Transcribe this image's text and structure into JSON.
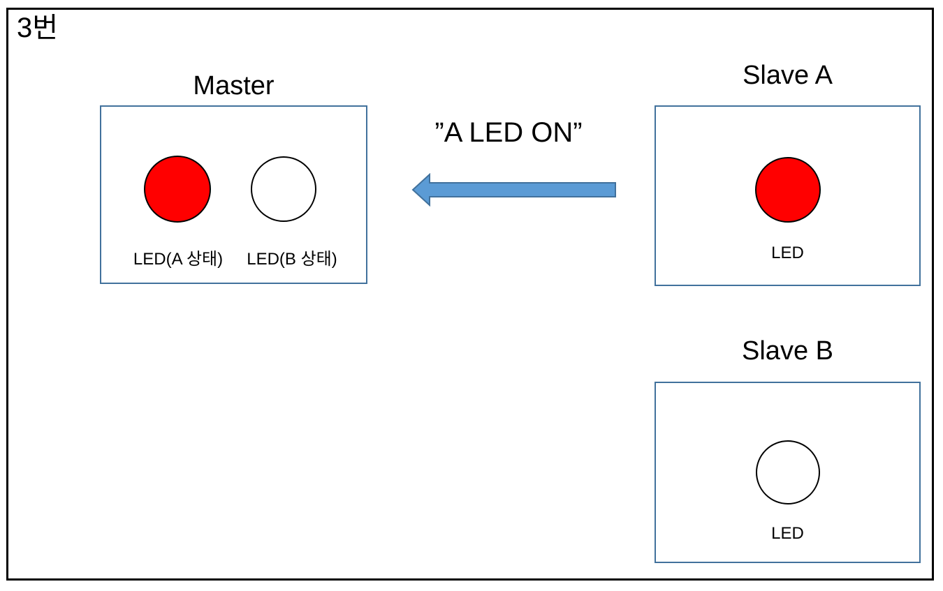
{
  "diagram": {
    "number_label": "3번",
    "message": "”A LED ON”",
    "master": {
      "title": "Master",
      "leds": [
        {
          "state": "on",
          "label": "LED(A 상태)"
        },
        {
          "state": "off",
          "label": "LED(B 상태)"
        }
      ]
    },
    "slave_a": {
      "title": "Slave A",
      "led": {
        "state": "on",
        "label": "LED"
      }
    },
    "slave_b": {
      "title": "Slave B",
      "led": {
        "state": "off",
        "label": "LED"
      }
    },
    "icons": {
      "arrow": "left-arrow-icon"
    },
    "colors": {
      "outer_border": "#000000",
      "box_border": "#41719C",
      "arrow_fill": "#5B9BD5",
      "arrow_stroke": "#41719C",
      "led_on": "#FF0000",
      "led_off": "#FFFFFF",
      "led_outline": "#000000"
    }
  }
}
